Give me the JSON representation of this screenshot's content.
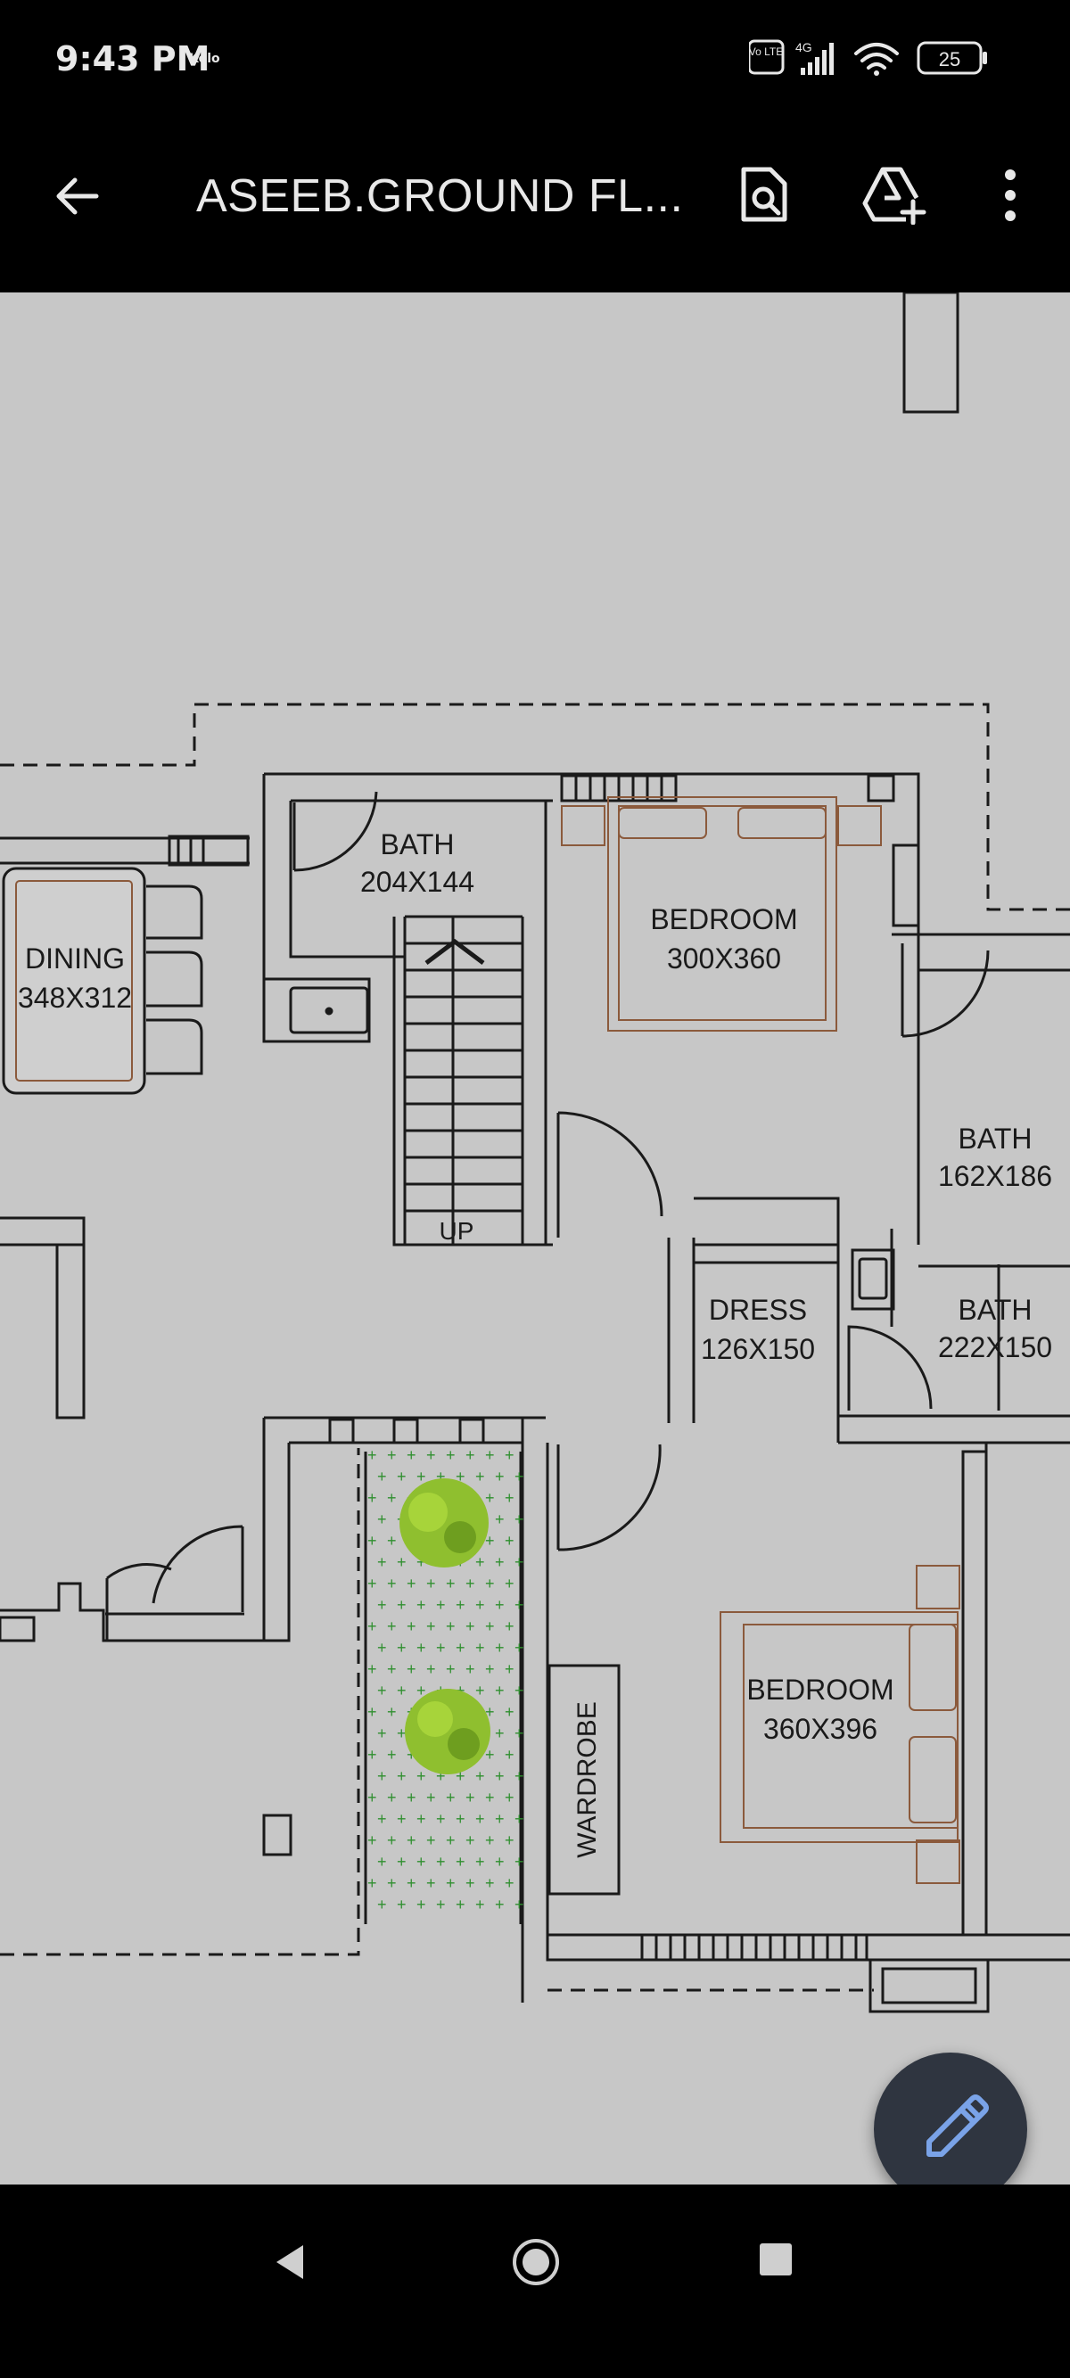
{
  "status_bar": {
    "time": "9:43 PM",
    "carrier_tag": "Kolo",
    "network": "4G",
    "volte": "Vo LTE",
    "battery": "25"
  },
  "app_bar": {
    "title": "ASEEB.GROUND FL...",
    "icons": [
      "back-arrow-icon",
      "search-document-icon",
      "add-to-drive-icon",
      "more-vert-icon"
    ]
  },
  "floor_plan": {
    "rooms": [
      {
        "name": "BATH",
        "size": "204X144"
      },
      {
        "name": "BEDROOM",
        "size": "300X360"
      },
      {
        "name": "DINING",
        "size": "348X312"
      },
      {
        "name": "BATH",
        "size": "162X186"
      },
      {
        "name": "DRESS",
        "size": "126X150"
      },
      {
        "name": "BATH",
        "size": "222X150"
      },
      {
        "name": "BEDROOM",
        "size": "360X396"
      }
    ],
    "stair_label": "UP",
    "wardrobe_label": "WARDROBE"
  },
  "fab": {
    "icon": "pencil-edit-icon"
  },
  "nav_bar": {
    "icons": [
      "nav-back-icon",
      "nav-home-icon",
      "nav-recents-icon"
    ]
  }
}
